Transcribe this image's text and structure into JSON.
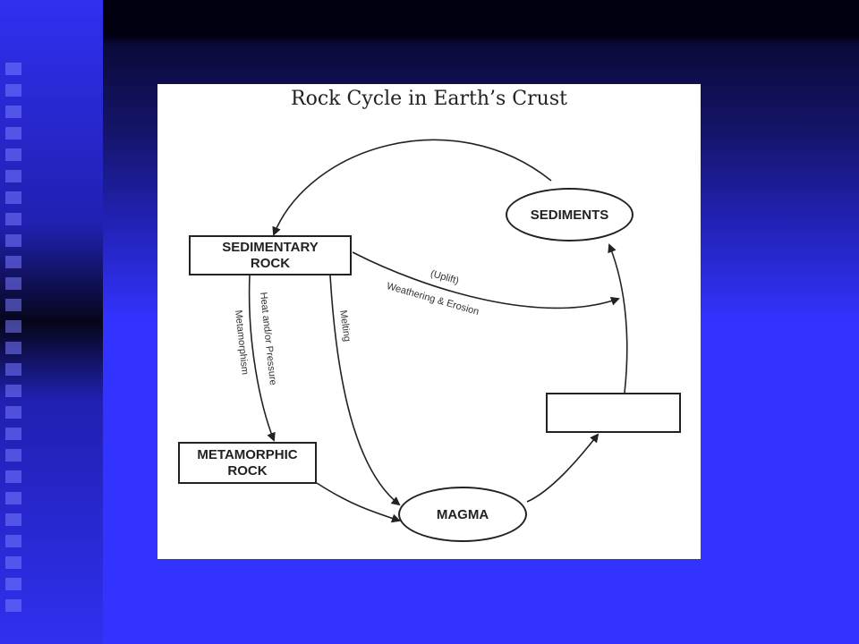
{
  "diagram": {
    "title": "Rock Cycle in Earth’s Crust",
    "nodes": {
      "sediments": "SEDIMENTS",
      "sedimentary_rock": "SEDIMENTARY\nROCK",
      "metamorphic_rock": "METAMORPHIC\nROCK",
      "magma": "MAGMA",
      "blank_box": ""
    },
    "labels": {
      "uplift": "(Uplift)",
      "weathering": "Weathering & Erosion",
      "heat_pressure": "Heat and/or Pressure",
      "metamorphism": "Metamorphism",
      "melting": "Melting"
    }
  }
}
